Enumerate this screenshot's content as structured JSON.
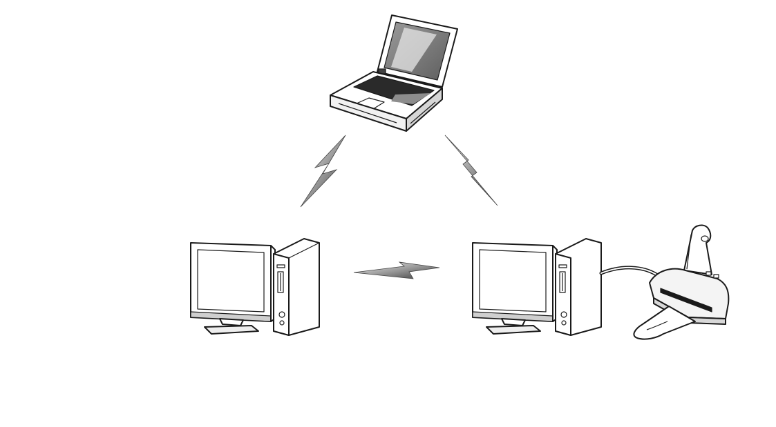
{
  "diagram": {
    "nodes": [
      {
        "id": "laptop",
        "icon": "laptop-icon"
      },
      {
        "id": "desktop-left",
        "icon": "desktop-computer-icon"
      },
      {
        "id": "desktop-right",
        "icon": "desktop-computer-icon"
      },
      {
        "id": "printer",
        "icon": "printer-icon"
      }
    ],
    "links": [
      {
        "from": "laptop",
        "to": "desktop-left",
        "type": "wireless",
        "icon": "lightning-bolt-icon"
      },
      {
        "from": "laptop",
        "to": "desktop-right",
        "type": "wireless",
        "icon": "lightning-bolt-icon"
      },
      {
        "from": "desktop-left",
        "to": "desktop-right",
        "type": "wireless",
        "icon": "lightning-bolt-icon"
      },
      {
        "from": "desktop-right",
        "to": "printer",
        "type": "cable",
        "icon": "cable-icon"
      }
    ]
  }
}
